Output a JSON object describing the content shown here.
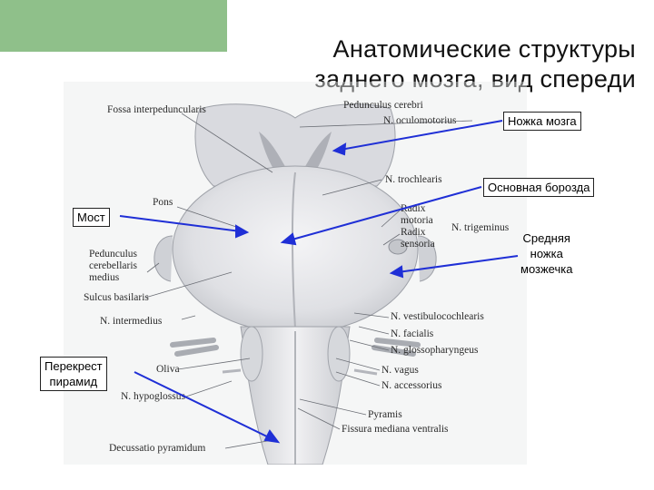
{
  "slide": {
    "title_line1": "Анатомические структуры",
    "title_line2": "заднего мозга, вид спереди",
    "accent_color": "#8fc08a",
    "arrow_color": "#1f2fd6"
  },
  "callouts": {
    "nozhka": "Ножка мозга",
    "borozda": "Основная борозда",
    "most": "Мост",
    "srednyaya_1": "Средняя",
    "srednyaya_2": "ножка",
    "srednyaya_3": "мозжечка",
    "perekrest_1": "Перекрест",
    "perekrest_2": "пирамид"
  },
  "labels": {
    "fossa": "Fossa interpeduncularis",
    "pedunculus_cerebri": "Pedunculus cerebri",
    "oculomotorius": "N. oculomotorius",
    "trochlearis": "N. trochlearis",
    "pons": "Pons",
    "radix_motoria_1": "Radix",
    "radix_motoria_2": "motoria",
    "trigeminus": "N. trigeminus",
    "radix_sensoria_1": "Radix",
    "radix_sensoria_2": "sensoria",
    "ped_cereb_1": "Pedunculus",
    "ped_cereb_2": "cerebellaris",
    "ped_cereb_3": "medius",
    "sulcus": "Sulcus basilaris",
    "intermedius": "N. intermedius",
    "vestibulo": "N. vestibulocochlearis",
    "facialis": "N. facialis",
    "glosso": "N. glossopharyngeus",
    "oliva": "Oliva",
    "vagus": "N. vagus",
    "accessorius": "N. accessorius",
    "hypoglossus": "N. hypoglossus",
    "pyramis": "Pyramis",
    "fissura": "Fissura mediana ventralis",
    "decussatio": "Decussatio pyramidum"
  }
}
